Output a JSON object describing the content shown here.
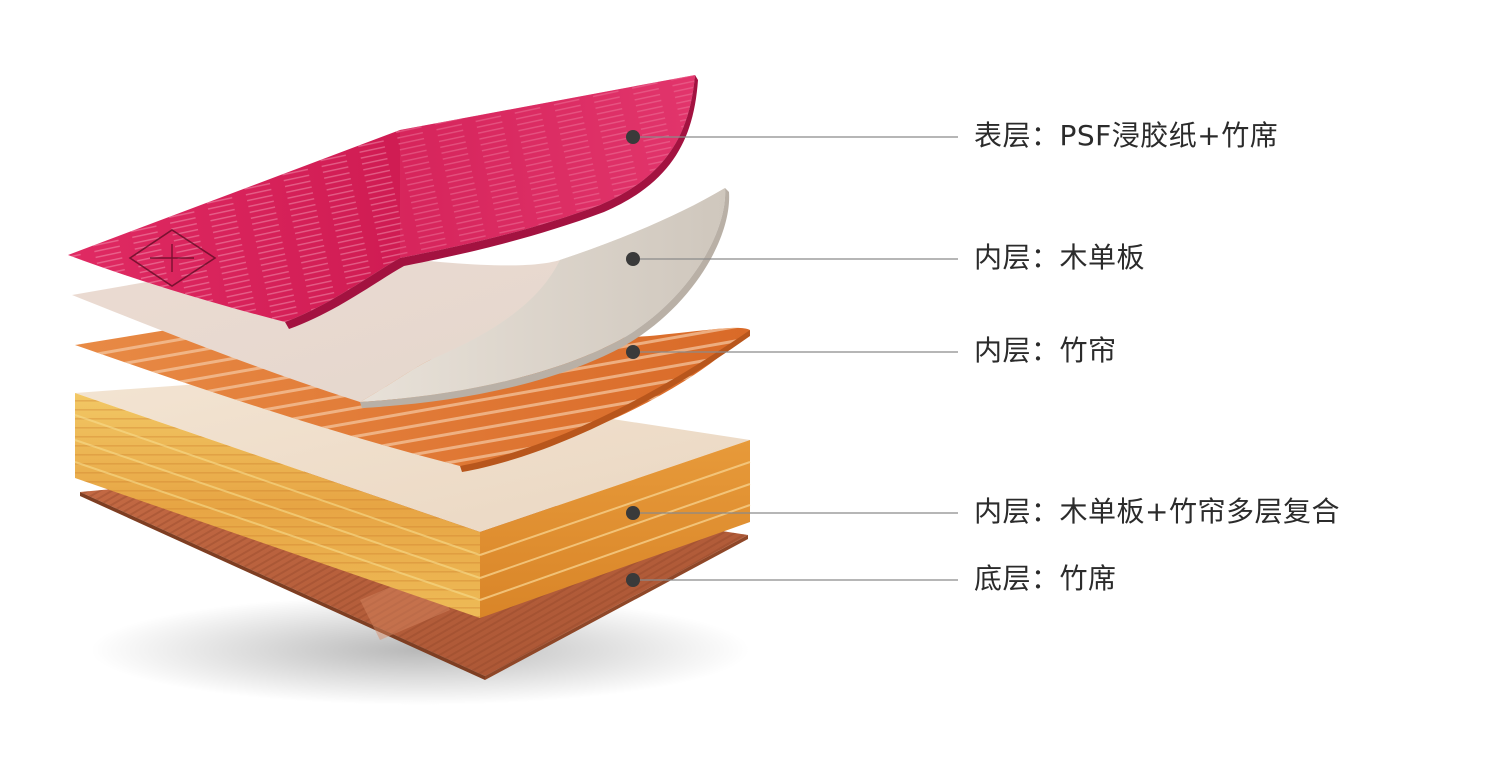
{
  "layers": [
    {
      "key": "surface",
      "label": "表层：PSF浸胶纸+竹席",
      "color": "#d51f57"
    },
    {
      "key": "inner1",
      "label": "内层：木单板",
      "color": "#e6ddd4"
    },
    {
      "key": "inner2",
      "label": "内层：竹帘",
      "color": "#e07a34"
    },
    {
      "key": "composite",
      "label": "内层：木单板+竹帘多层复合",
      "color": "#e9ac4a"
    },
    {
      "key": "bottom",
      "label": "底层：竹席",
      "color": "#b55e3c"
    }
  ],
  "colors": {
    "leader_line": "#8a8a8a",
    "leader_dot": "#3a3a3a",
    "text": "#2b2b2b"
  }
}
